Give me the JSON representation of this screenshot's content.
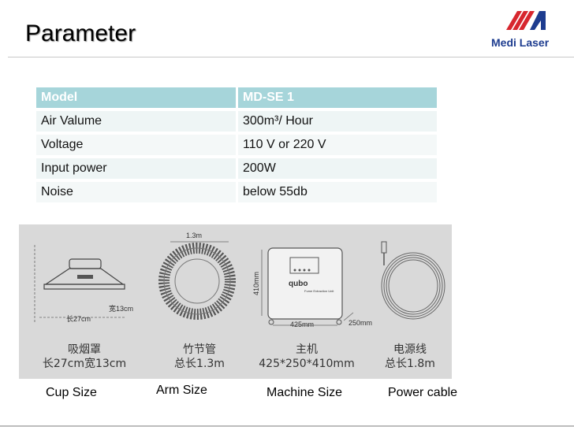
{
  "header": {
    "title": "Parameter",
    "logo_text": "Medi Laser"
  },
  "table": {
    "columns": [
      "Model",
      "MD-SE 1"
    ],
    "rows": [
      [
        "Air Valume",
        "300m³/ Hour"
      ],
      [
        "Voltage",
        "110 V or 220 V"
      ],
      [
        "Input power",
        "200W"
      ],
      [
        "Noise",
        "below 55db"
      ]
    ]
  },
  "figure": {
    "cup": {
      "name_cn": "吸烟罩",
      "size_cn": "长27cm宽13cm",
      "dim_width": "长27cm",
      "dim_height": "宽13cm"
    },
    "arm": {
      "name_cn": "竹节管",
      "size_cn": "总长1.3m",
      "dim_length": "1.3m"
    },
    "machine": {
      "name_cn": "主机",
      "size_cn": "425*250*410mm",
      "dim_width": "425mm",
      "dim_depth": "250mm",
      "dim_height": "410mm",
      "brand": "qubo",
      "brand_sub": "Fume Extraction Unit"
    },
    "cable": {
      "name_cn": "电源线",
      "size_cn": "总长1.8m"
    }
  },
  "captions": [
    "Cup Size",
    "Arm Size",
    "Machine Size",
    "Power cable"
  ],
  "colors": {
    "table_header": "#a6d5da",
    "row_bg": "#eef5f5",
    "panel_bg": "#d9d9d9",
    "logo_red": "#d7262e",
    "logo_blue": "#1d3c8f"
  }
}
